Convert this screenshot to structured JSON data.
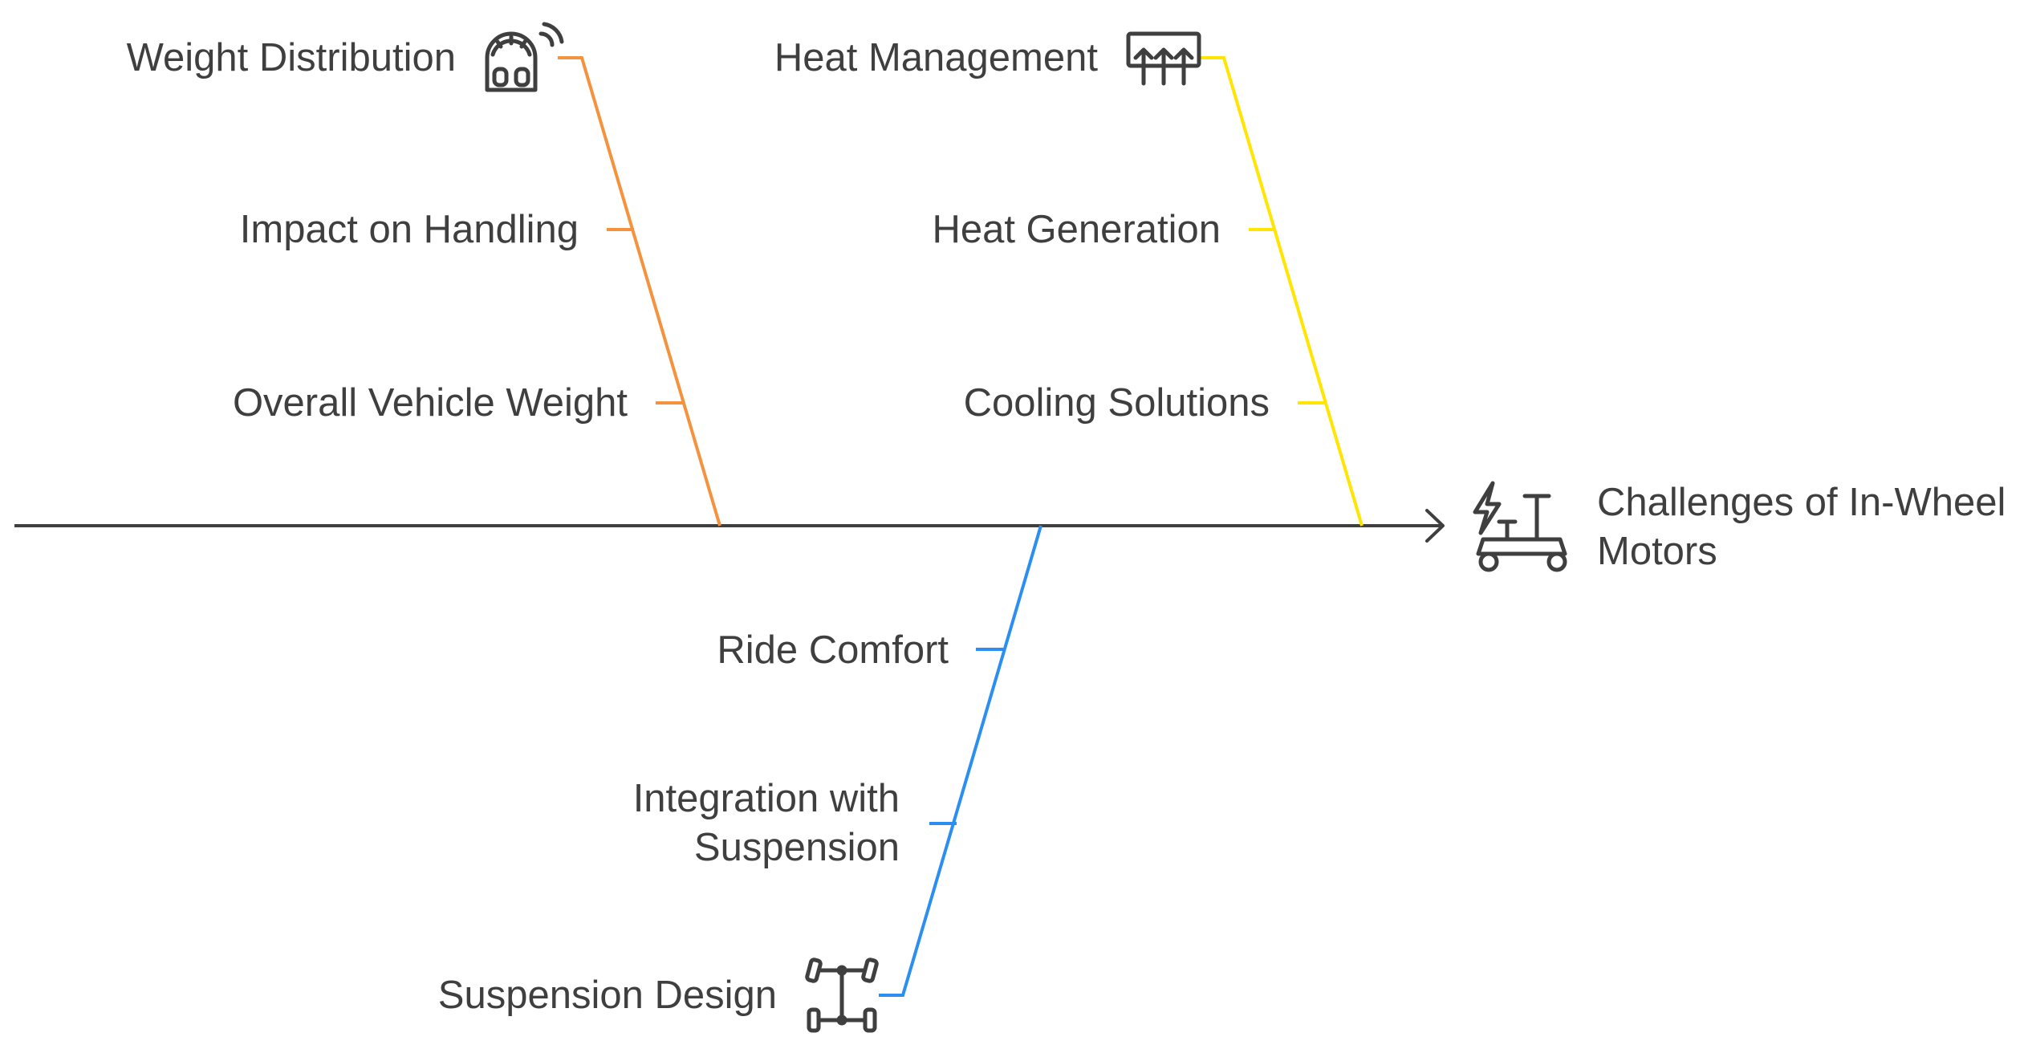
{
  "effect": {
    "line1": "Challenges of In-Wheel",
    "line2": "Motors",
    "icon": "electric-scooter-icon"
  },
  "branches": [
    {
      "id": "weight",
      "color": "#f5923e",
      "title": "Weight Distribution",
      "icon": "speedometer-icon",
      "causes": [
        "Impact on Handling",
        "Overall Vehicle Weight"
      ]
    },
    {
      "id": "heat",
      "color": "#ffe500",
      "title": "Heat Management",
      "icon": "heater-icon",
      "causes": [
        "Heat Generation",
        "Cooling Solutions"
      ]
    },
    {
      "id": "suspension",
      "color": "#2b8ff2",
      "title": "Suspension Design",
      "icon": "chassis-axle-icon",
      "causes": [
        "Ride Comfort",
        "Integration with",
        "Suspension"
      ]
    }
  ],
  "colors": {
    "spine": "#3f3f3f",
    "text": "#3f3f3f"
  }
}
